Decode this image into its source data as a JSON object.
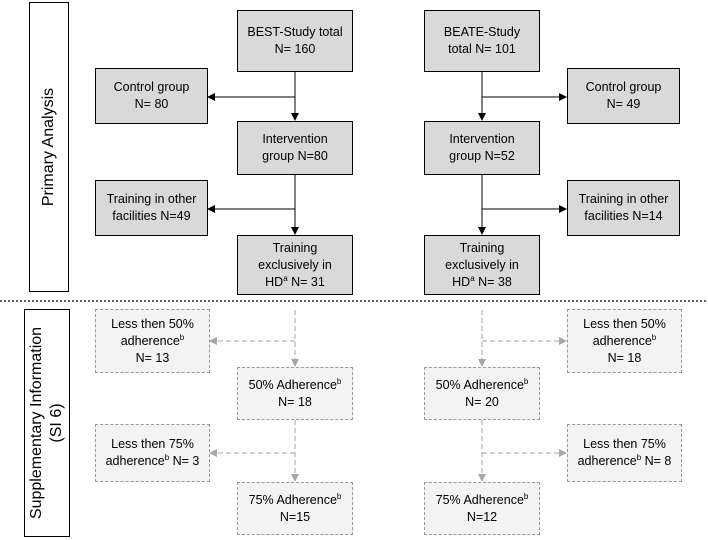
{
  "sections": {
    "primary_label": "Primary Analysis",
    "supplementary_label_line1": "Supplementary Information",
    "supplementary_label_line2": "(SI 6)"
  },
  "best": {
    "total_line1": "BEST-Study total",
    "total_line2": "N= 160",
    "control_line1": "Control group",
    "control_line2": "N= 80",
    "intervention_line1": "Intervention",
    "intervention_line2": "group N=80",
    "other_line1": "Training in other",
    "other_line2": "facilities N=49",
    "excl_line1": "Training",
    "excl_line2": "exclusively in",
    "excl_hd": "HD",
    "excl_sup": "a",
    "excl_n": " N= 31",
    "lt50_line1": "Less then 50%",
    "lt50_word": "adherence",
    "lt50_sup": "b",
    "lt50_n": "N= 13",
    "a50_text": "50% Adherence",
    "a50_sup": "b",
    "a50_n": "N= 18",
    "lt75_line1": "Less then 75%",
    "lt75_word": "adherence",
    "lt75_sup": "b",
    "lt75_n": " N= 3",
    "a75_text": "75% Adherence",
    "a75_sup": "b",
    "a75_n": "N=15"
  },
  "beate": {
    "total_line1": "BEATE-Study",
    "total_line2": "total N= 101",
    "control_line1": "Control group",
    "control_line2": "N= 49",
    "intervention_line1": "Intervention",
    "intervention_line2": "group N=52",
    "other_line1": "Training in other",
    "other_line2": "facilities N=14",
    "excl_line1": "Training",
    "excl_line2": "exclusively in",
    "excl_hd": "HD",
    "excl_sup": "a",
    "excl_n": " N= 38",
    "lt50_line1": "Less then 50%",
    "lt50_word": "adherence",
    "lt50_sup": "b",
    "lt50_n": "N= 18",
    "a50_text": "50% Adherence",
    "a50_sup": "b",
    "a50_n": "N= 20",
    "lt75_line1": "Less then 75%",
    "lt75_word": "adherence",
    "lt75_sup": "b",
    "lt75_n": " N= 8",
    "a75_text": "75% Adherence",
    "a75_sup": "b",
    "a75_n": "N=12"
  }
}
